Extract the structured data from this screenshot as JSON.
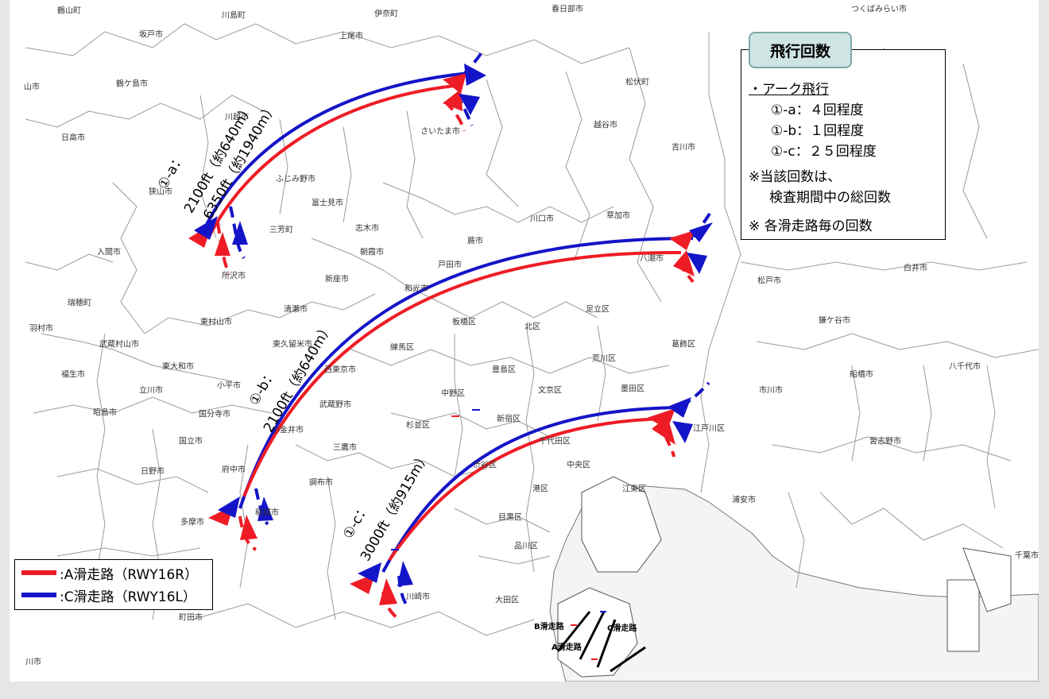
{
  "colors": {
    "a_runway": "#ee1c25",
    "c_runway": "#1414c8",
    "title_bg": "#cfe5e3"
  },
  "info_box": {
    "title": "飛行回数",
    "heading": "・アーク飛行",
    "items": [
      "①-a：４回程度",
      "①-b：１回程度",
      "①-c：２５回程度"
    ],
    "note1_line1": "※当該回数は、",
    "note1_line2": "検査期間中の総回数",
    "note2": "※ 各滑走路毎の回数"
  },
  "legend": {
    "a_label": ":A滑走路（RWY16R）",
    "c_label": ":C滑走路（RWY16L）"
  },
  "arc_labels": {
    "a_id": "①-a：",
    "a_alt1": "2100ft（約640m）",
    "a_alt2": "6350ft（約1940m）",
    "b_id": "①-b：",
    "b_alt": "2100ft（約640m）",
    "c_id": "①-c：",
    "c_alt": "3000ft（約915m）"
  },
  "airport_labels": {
    "b": "B滑走路",
    "c": "C滑走路",
    "a": "A滑走路"
  },
  "cities": [
    "鶴山町",
    "川島町",
    "伊奈町",
    "春日部市",
    "つくばみらい市",
    "坂戸市",
    "上尾市",
    "鶴ケ島市",
    "松伏町",
    "山市",
    "川越市",
    "さいたま市",
    "越谷市",
    "吉川市",
    "日高市",
    "ふじみ野市",
    "富士見市",
    "狭山市",
    "三芳町",
    "志木市",
    "川口市",
    "草加市",
    "入間市",
    "朝霞市",
    "蕨市",
    "八潮市",
    "所沢市",
    "新座市",
    "戸田市",
    "和光市",
    "松戸市",
    "白井市",
    "瑞穂町",
    "清瀬市",
    "板橋区",
    "足立区",
    "羽村市",
    "東村山市",
    "北区",
    "鎌ケ谷市",
    "武蔵村山市",
    "東久留米市",
    "練馬区",
    "葛飾区",
    "東大和市",
    "荒川区",
    "福生市",
    "小平市",
    "豊島区",
    "船橋市",
    "八千代市",
    "立川市",
    "西東京市",
    "文京区",
    "墨田区",
    "昭島市",
    "国分寺市",
    "武蔵野市",
    "中野区",
    "新宿区",
    "市川市",
    "江戸川区",
    "杉並区",
    "国立市",
    "小金井市",
    "千代田区",
    "三鷹市",
    "習志野市",
    "日野市",
    "府中市",
    "渋谷区",
    "中央区",
    "調布市",
    "港区",
    "江東区",
    "浦安市",
    "稲城市",
    "多摩市",
    "目黒区",
    "品川区",
    "千葉市",
    "川崎市",
    "大田区",
    "町田市",
    "川市"
  ]
}
